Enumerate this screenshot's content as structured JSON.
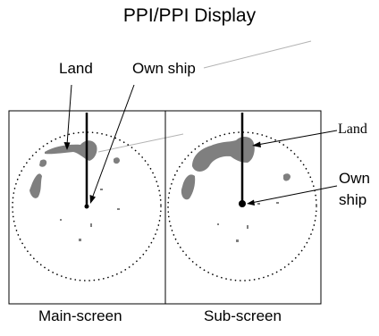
{
  "title": "PPI/PPI Display",
  "main_screen": {
    "caption": "Main-screen",
    "land_label": "Land",
    "own_ship_label": "Own ship"
  },
  "sub_screen": {
    "caption": "Sub-screen",
    "land_label": "Land",
    "own_ship_label_line1": "Own",
    "own_ship_label_line2": "ship"
  },
  "colors": {
    "land_fill": "#7f7f7f",
    "outline": "#000000",
    "leader_gray": "#b3b3b3"
  }
}
